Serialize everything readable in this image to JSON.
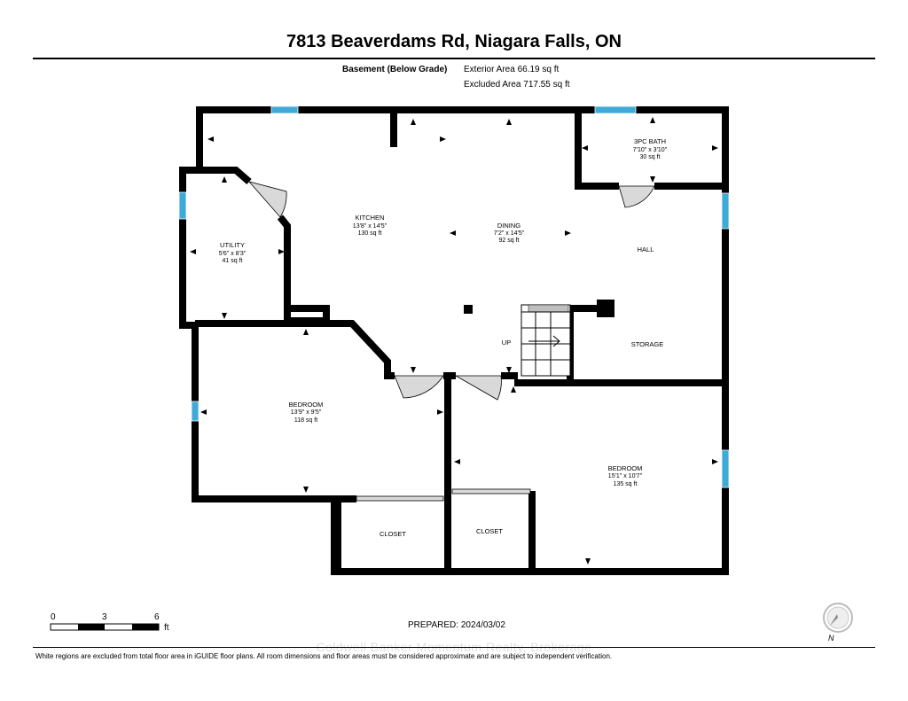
{
  "header": {
    "title": "7813 Beaverdams Rd, Niagara Falls, ON",
    "floor_label": "Basement (Below Grade)",
    "exterior_area": "Exterior Area 66.19 sq ft",
    "excluded_area": "Excluded Area 717.55 sq ft"
  },
  "rooms": {
    "bath": {
      "name": "3PC BATH",
      "dims": "7'10\" x 3'10\"",
      "area": "30 sq ft"
    },
    "kitchen": {
      "name": "KITCHEN",
      "dims": "13'8\" x 14'5\"",
      "area": "130 sq ft"
    },
    "dining": {
      "name": "DINING",
      "dims": "7'2\" x 14'5\"",
      "area": "92 sq ft"
    },
    "hall": {
      "name": "HALL"
    },
    "utility": {
      "name": "UTILITY",
      "dims": "5'6\" x 8'3\"",
      "area": "41 sq ft"
    },
    "up": {
      "name": "UP"
    },
    "storage": {
      "name": "STORAGE"
    },
    "bedroom1": {
      "name": "BEDROOM",
      "dims": "13'9\" x 9'5\"",
      "area": "118 sq ft"
    },
    "bedroom2": {
      "name": "BEDROOM",
      "dims": "15'1\" x 10'7\"",
      "area": "135 sq ft"
    },
    "closet1": {
      "name": "CLOSET"
    },
    "closet2": {
      "name": "CLOSET"
    }
  },
  "footer": {
    "scale_0": "0",
    "scale_3": "3",
    "scale_6": "6",
    "scale_unit": "ft",
    "prepared": "PREPARED: 2024/03/02",
    "disclaimer": "White regions are excluded from total floor area in iGUIDE floor plans. All room dimensions and floor areas must be considered approximate and are subject to independent verification.",
    "watermark": "Coldwell Banker Momentum Realty, Brokerage",
    "compass_label": "N"
  },
  "colors": {
    "wall": "#000000",
    "window": "#3fa9d8",
    "door": "#d9d9d9",
    "compass_red": "#e0201e"
  }
}
